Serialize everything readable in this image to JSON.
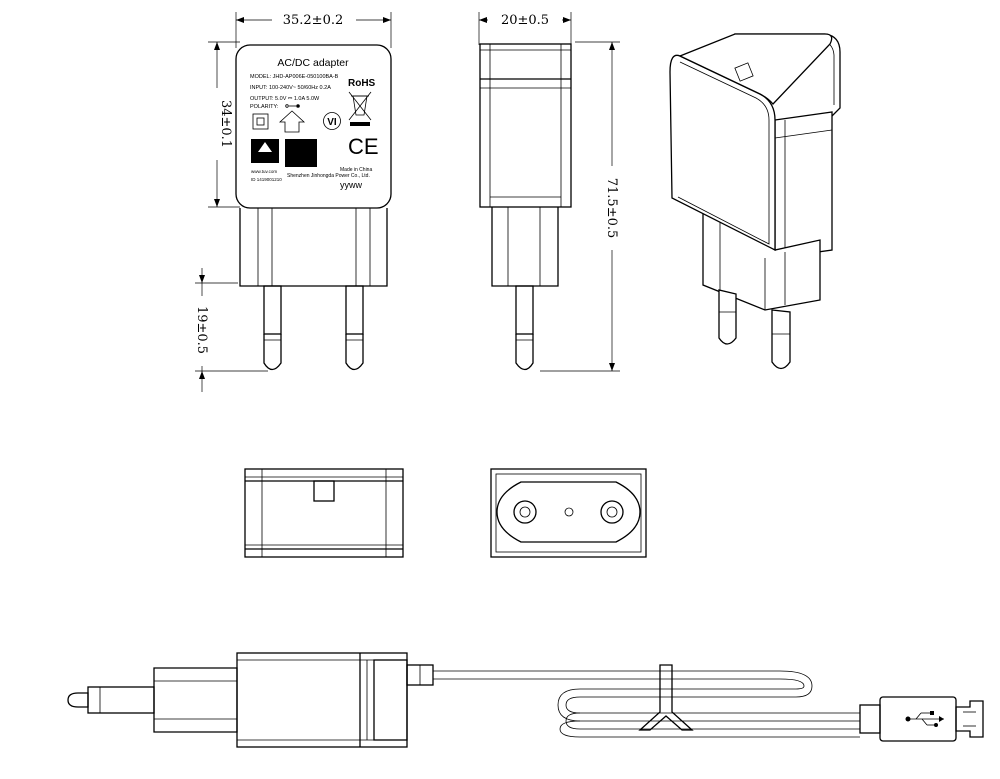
{
  "dimensions": {
    "width_front": "35.2±0.2",
    "width_side": "20±0.5",
    "height_body": "34±0.1",
    "height_pins": "19±0.5",
    "height_total": "71.5±0.5"
  },
  "label": {
    "title": "AC/DC  adapter",
    "model": "MODEL: JHD-AP006E-050100BA-B",
    "input": "INPUT: 100-240V~  50/60Hz  0.2A",
    "output": "OUTPUT: 5.0V ⎓ 1.0A  5.0W",
    "polarity": "POLARITY:",
    "rohs": "RoHS",
    "vi": "VI",
    "ce": "CE",
    "tuv": "TÜV Rheinland",
    "gs": "GS",
    "website": "www.tuv.com",
    "id_number": "ID 1419001210",
    "made_in": "Made in China",
    "manufacturer": "Shenzhen Jinhongda Power Co., Ltd.",
    "date_code": "yyww"
  },
  "icons": [
    "class-ii-icon",
    "indoor-use-icon",
    "weee-bin-icon",
    "usb-icon"
  ]
}
